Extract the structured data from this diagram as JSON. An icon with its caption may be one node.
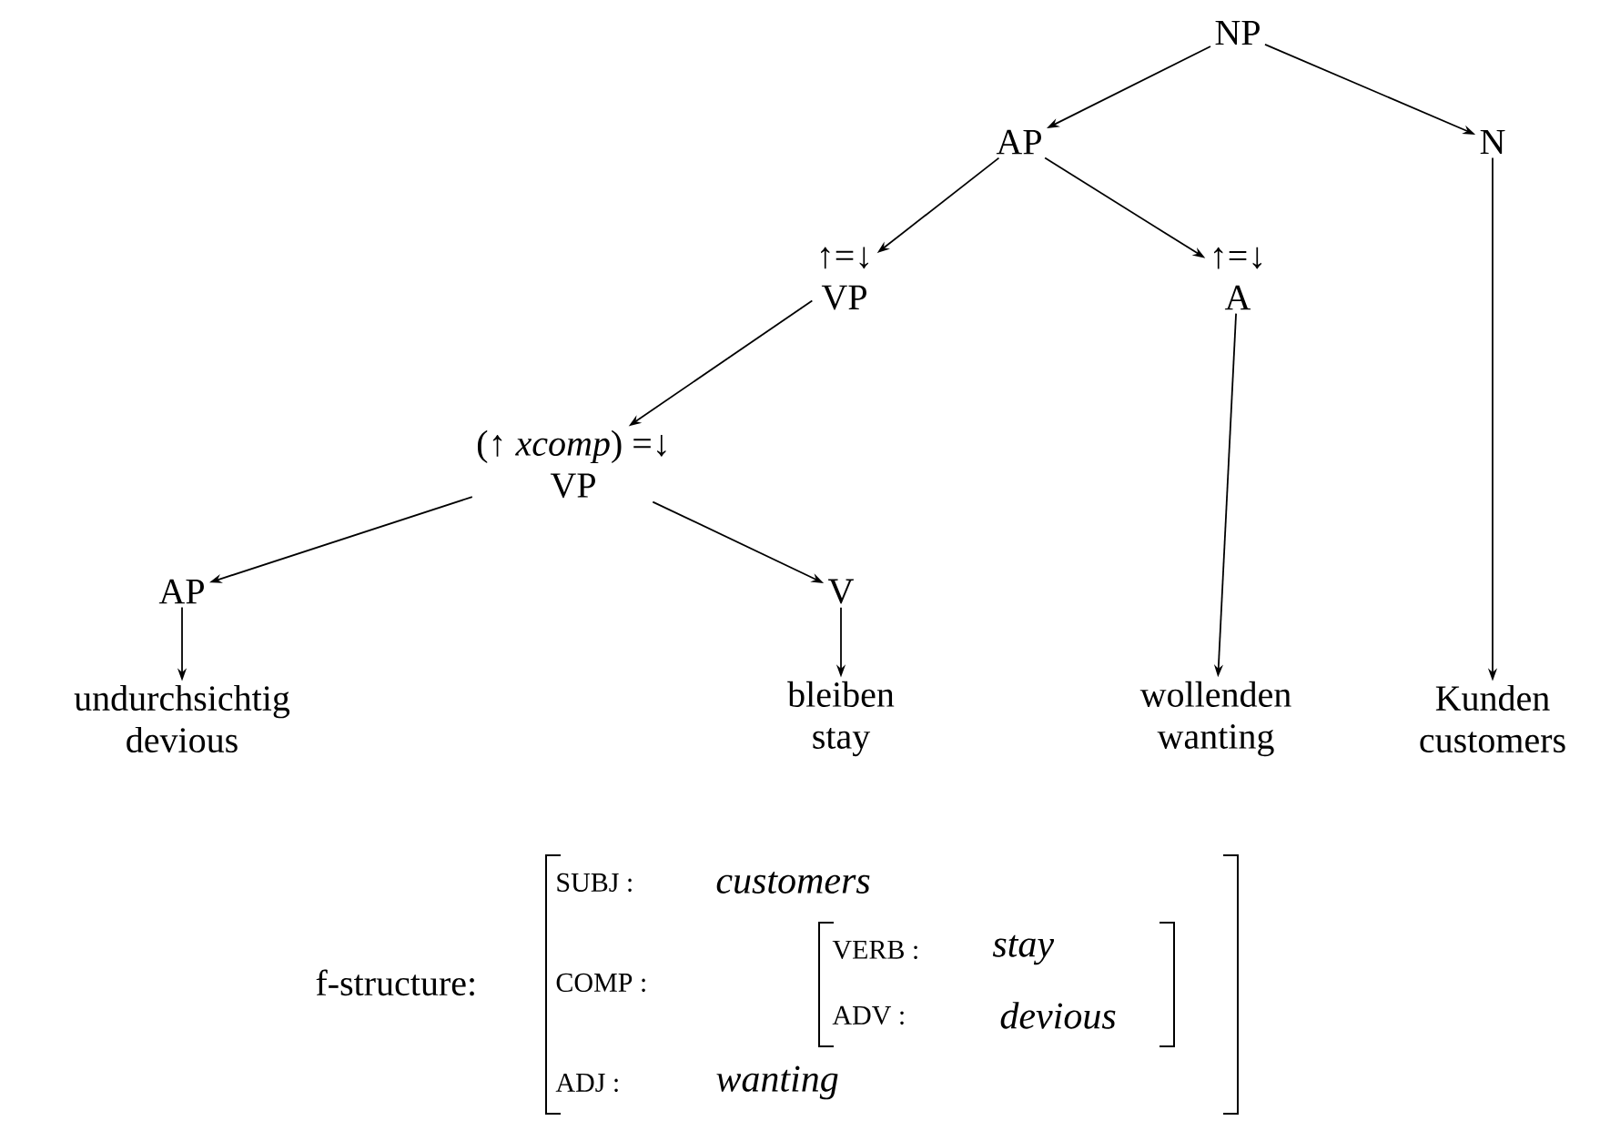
{
  "diagram": {
    "nodes": [
      {
        "text": [
          "NP"
        ]
      },
      {
        "text": [
          "AP"
        ]
      },
      {
        "text": [
          "N"
        ]
      },
      {
        "text": [
          "↑=↓",
          "VP"
        ]
      },
      {
        "text": [
          "↑=↓",
          "A"
        ]
      },
      {
        "text": [
          "(↑ *xcomp*) =↓",
          "VP"
        ]
      },
      {
        "text": [
          "AP"
        ]
      },
      {
        "text": [
          "V"
        ]
      },
      {
        "text": [
          "undurchsichtig",
          "devious"
        ]
      },
      {
        "text": [
          "bleiben",
          "stay"
        ]
      },
      {
        "text": [
          "wollenden",
          "wanting"
        ]
      },
      {
        "text": [
          "Kunden",
          "customers"
        ]
      }
    ],
    "edges": [
      {
        "from": 0,
        "to": 1,
        "arrow": "to"
      },
      {
        "from": 0,
        "to": 2,
        "arrow": "to"
      },
      {
        "from": 1,
        "to": 3,
        "arrow": "to"
      },
      {
        "from": 1,
        "to": 4,
        "arrow": "to"
      },
      {
        "from": 3,
        "to": 5,
        "arrow": "to"
      },
      {
        "from": 5,
        "to": 6,
        "arrow": "to"
      },
      {
        "from": 5,
        "to": 7,
        "arrow": "to"
      },
      {
        "from": 6,
        "to": 8,
        "arrow": "to"
      },
      {
        "from": 7,
        "to": 9,
        "arrow": "to"
      },
      {
        "from": 4,
        "to": 10,
        "arrow": "to"
      },
      {
        "from": 2,
        "to": 11,
        "arrow": "to"
      }
    ],
    "labels": [
      "f-structure:",
      "SUBJ :",
      "customers",
      "COMP :",
      "VERB :",
      "stay",
      "ADV :",
      "devious",
      "ADJ :",
      "wanting"
    ]
  }
}
